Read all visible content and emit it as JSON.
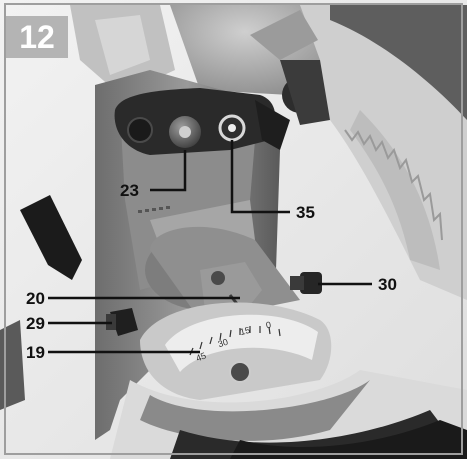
{
  "figure": {
    "number": "12",
    "callouts": [
      {
        "id": "23",
        "text": "23"
      },
      {
        "id": "35",
        "text": "35"
      },
      {
        "id": "30",
        "text": "30"
      },
      {
        "id": "20",
        "text": "20"
      },
      {
        "id": "29",
        "text": "29"
      },
      {
        "id": "19",
        "text": "19"
      }
    ],
    "scale_marks": [
      "0",
      "15",
      "30",
      "45"
    ]
  },
  "colors": {
    "badge_bg": "#b4b4b4",
    "badge_text": "#ffffff",
    "callout": "#111111",
    "background": "#e9e9e9"
  }
}
